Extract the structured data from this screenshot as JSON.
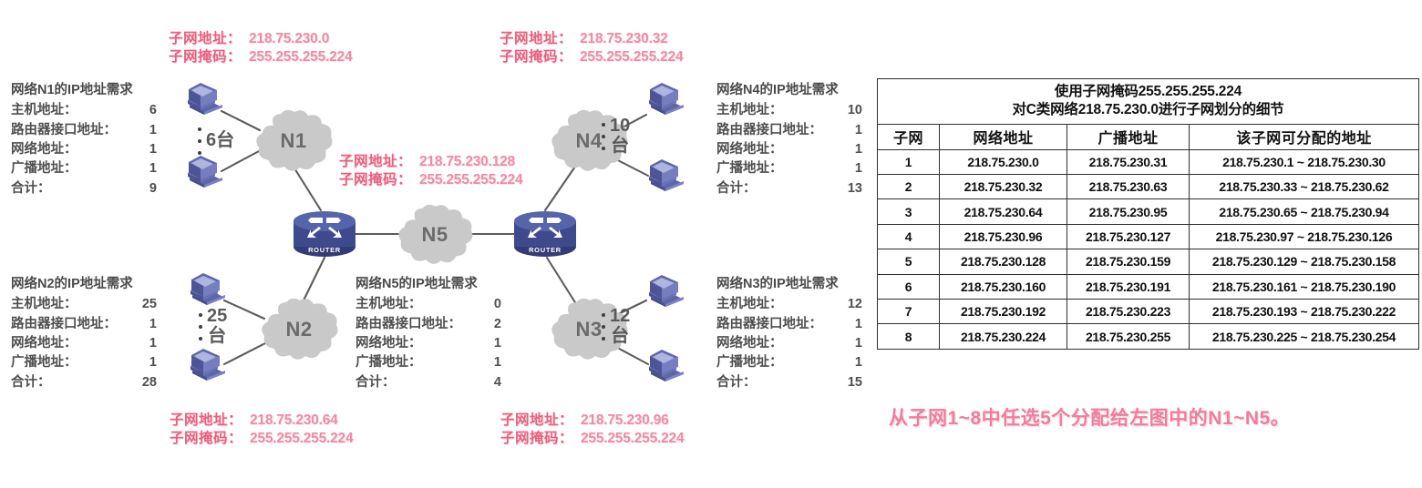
{
  "subnet_callouts": [
    {
      "id": "n1",
      "address_label": "子网地址：",
      "address": "218.75.230.0",
      "mask_label": "子网掩码：",
      "mask": "255.255.255.224"
    },
    {
      "id": "n4",
      "address_label": "子网地址：",
      "address": "218.75.230.32",
      "mask_label": "子网掩码：",
      "mask": "255.255.255.224"
    },
    {
      "id": "n5",
      "address_label": "子网地址：",
      "address": "218.75.230.128",
      "mask_label": "子网掩码：",
      "mask": "255.255.255.224"
    },
    {
      "id": "n2",
      "address_label": "子网地址：",
      "address": "218.75.230.64",
      "mask_label": "子网掩码：",
      "mask": "255.255.255.224"
    },
    {
      "id": "n3",
      "address_label": "子网地址：",
      "address": "218.75.230.96",
      "mask_label": "子网掩码：",
      "mask": "255.255.255.224"
    }
  ],
  "requirements": [
    {
      "id": "n1",
      "title": "网络N1的IP地址需求",
      "rows": [
        {
          "label": "主机地址：",
          "value": "6"
        },
        {
          "label": "路由器接口地址：",
          "value": "1"
        },
        {
          "label": "网络地址：",
          "value": "1"
        },
        {
          "label": "广播地址：",
          "value": "1"
        },
        {
          "label": "合计：",
          "value": "9"
        }
      ]
    },
    {
      "id": "n4",
      "title": "网络N4的IP地址需求",
      "rows": [
        {
          "label": "主机地址：",
          "value": "10"
        },
        {
          "label": "路由器接口地址：",
          "value": "1"
        },
        {
          "label": "网络地址：",
          "value": "1"
        },
        {
          "label": "广播地址：",
          "value": "1"
        },
        {
          "label": "合计：",
          "value": "13"
        }
      ]
    },
    {
      "id": "n2",
      "title": "网络N2的IP地址需求",
      "rows": [
        {
          "label": "主机地址：",
          "value": "25"
        },
        {
          "label": "路由器接口地址：",
          "value": "1"
        },
        {
          "label": "网络地址：",
          "value": "1"
        },
        {
          "label": "广播地址：",
          "value": "1"
        },
        {
          "label": "合计：",
          "value": "28"
        }
      ]
    },
    {
      "id": "n5",
      "title": "网络N5的IP地址需求",
      "rows": [
        {
          "label": "主机地址：",
          "value": "0"
        },
        {
          "label": "路由器接口地址：",
          "value": "2"
        },
        {
          "label": "网络地址：",
          "value": "1"
        },
        {
          "label": "广播地址：",
          "value": "1"
        },
        {
          "label": "合计：",
          "value": "4"
        }
      ]
    },
    {
      "id": "n3",
      "title": "网络N3的IP地址需求",
      "rows": [
        {
          "label": "主机地址：",
          "value": "12"
        },
        {
          "label": "路由器接口地址：",
          "value": "1"
        },
        {
          "label": "网络地址：",
          "value": "1"
        },
        {
          "label": "广播地址：",
          "value": "1"
        },
        {
          "label": "合计：",
          "value": "15"
        }
      ]
    }
  ],
  "clouds": [
    {
      "id": "n1",
      "label": "N1"
    },
    {
      "id": "n2",
      "label": "N2"
    },
    {
      "id": "n3",
      "label": "N3"
    },
    {
      "id": "n4",
      "label": "N4"
    },
    {
      "id": "n5",
      "label": "N5"
    }
  ],
  "host_counts": [
    {
      "id": "n1",
      "count": "6",
      "unit": "台",
      "inline": true
    },
    {
      "id": "n4",
      "count": "10",
      "unit": "台",
      "inline": false
    },
    {
      "id": "n2",
      "count": "25",
      "unit": "台",
      "inline": false
    },
    {
      "id": "n3",
      "count": "12",
      "unit": "台",
      "inline": false
    }
  ],
  "routers": [
    {
      "id": "left",
      "label": "ROUTER"
    },
    {
      "id": "right",
      "label": "ROUTER"
    }
  ],
  "table": {
    "caption_line1": "使用子网掩码255.255.255.224",
    "caption_line2": "对C类网络218.75.230.0进行子网划分的细节",
    "headers": [
      "子网",
      "网络地址",
      "广播地址",
      "该子网可分配的地址"
    ],
    "rows": [
      {
        "id": "1",
        "network": "218.75.230.0",
        "broadcast": "218.75.230.31",
        "range": "218.75.230.1 ~ 218.75.230.30"
      },
      {
        "id": "2",
        "network": "218.75.230.32",
        "broadcast": "218.75.230.63",
        "range": "218.75.230.33 ~ 218.75.230.62"
      },
      {
        "id": "3",
        "network": "218.75.230.64",
        "broadcast": "218.75.230.95",
        "range": "218.75.230.65 ~ 218.75.230.94"
      },
      {
        "id": "4",
        "network": "218.75.230.96",
        "broadcast": "218.75.230.127",
        "range": "218.75.230.97 ~ 218.75.230.126"
      },
      {
        "id": "5",
        "network": "218.75.230.128",
        "broadcast": "218.75.230.159",
        "range": "218.75.230.129 ~ 218.75.230.158"
      },
      {
        "id": "6",
        "network": "218.75.230.160",
        "broadcast": "218.75.230.191",
        "range": "218.75.230.161 ~ 218.75.230.190"
      },
      {
        "id": "7",
        "network": "218.75.230.192",
        "broadcast": "218.75.230.223",
        "range": "218.75.230.193 ~ 218.75.230.222"
      },
      {
        "id": "8",
        "network": "218.75.230.224",
        "broadcast": "218.75.230.255",
        "range": "218.75.230.225 ~ 218.75.230.254"
      }
    ]
  },
  "bottom_caption": "从子网1~8中任选5个分配给左图中的N1~N5。",
  "colors": {
    "pink_label": "#e8607f",
    "pink_value": "#ef8ba4",
    "cloud": "#c9c9c9",
    "router_blue": "#4a5a9e",
    "host_blue": "#6c74b8",
    "text_gray": "#4f4f4f",
    "table_border": "#2e2e2e"
  }
}
